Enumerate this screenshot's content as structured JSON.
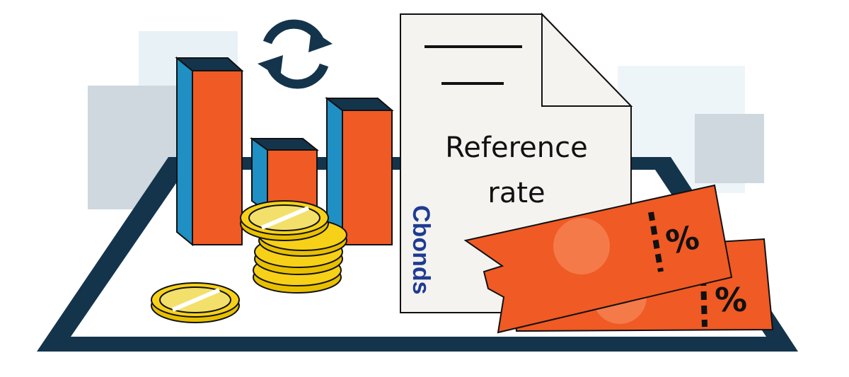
{
  "document": {
    "line1": "Reference",
    "line2": "rate"
  },
  "logo": {
    "text": "Cbonds"
  },
  "tickets": {
    "symbol": "%"
  },
  "colors": {
    "navy": "#14344c",
    "orange": "#f05a24",
    "blue": "#1f8fc4",
    "gold": "#f7d118",
    "paper": "#f4f3f0"
  },
  "icons": [
    "refresh-icon",
    "bar-chart-icon",
    "coins-icon",
    "document-icon",
    "coupon-ticket-icon"
  ]
}
